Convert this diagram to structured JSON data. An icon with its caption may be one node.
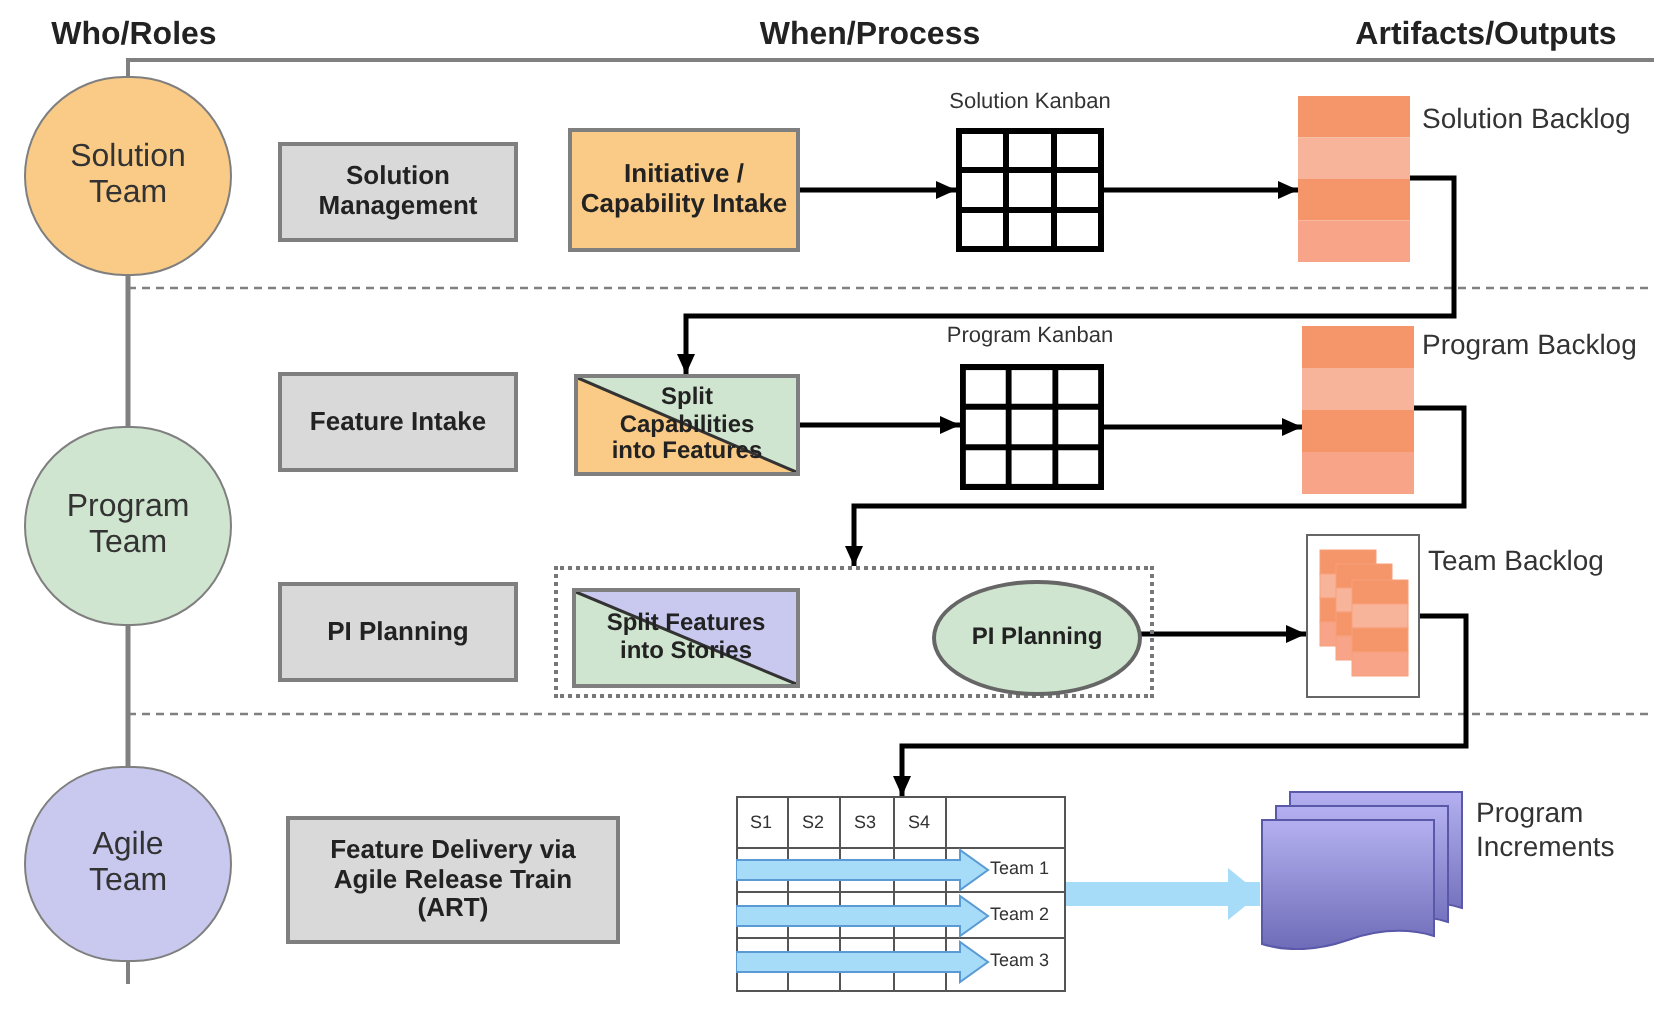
{
  "diagram": {
    "nodes": [
      {
        "text": [
          "Solution Team"
        ]
      },
      {
        "text": [
          "Solution Management"
        ]
      },
      {
        "text": [
          "Initiative / Capability Intake"
        ]
      },
      {
        "text": [],
        "shape": "grid",
        "beside": [
          "Solution Kanban"
        ]
      },
      {
        "text": [],
        "shape": "box",
        "beside": [
          "Solution Backlog"
        ]
      },
      {
        "text": [
          "Program Team"
        ]
      },
      {
        "text": [
          "Feature Intake"
        ]
      },
      {
        "text": [
          "Split Capabilities into Features"
        ]
      },
      {
        "text": [],
        "shape": "grid",
        "beside": [
          "Program Kanban"
        ]
      },
      {
        "text": [],
        "shape": "box",
        "beside": [
          "Program Backlog"
        ]
      },
      {
        "text": [
          "PI Planning"
        ]
      },
      {
        "text": [],
        "shape": "box"
      },
      {
        "text": [
          "Split Features into Stories"
        ],
        "in": 11
      },
      {
        "text": [
          "PI Planning"
        ],
        "in": 11
      },
      {
        "text": [],
        "shape": "box",
        "beside": [
          "Team Backlog"
        ]
      },
      {
        "text": [
          "Agile Team"
        ]
      },
      {
        "text": [
          "Feature Delivery via Agile Release Train (ART)"
        ]
      },
      {
        "text": [
          "S1",
          "S2",
          "S3",
          "S4",
          "Team 1",
          "Team 2",
          "Team 3"
        ]
      },
      {
        "text": [],
        "shape": "document",
        "beside": [
          "Program Increments"
        ]
      }
    ],
    "edges": [
      {
        "from": 2,
        "to": 3,
        "arrow": "to"
      },
      {
        "from": 3,
        "to": 4,
        "arrow": "to"
      },
      {
        "from": 4,
        "to": 7,
        "arrow": "to"
      },
      {
        "from": 7,
        "to": 8,
        "arrow": "to"
      },
      {
        "from": 8,
        "to": 9,
        "arrow": "to"
      },
      {
        "from": 9,
        "to": 11,
        "arrow": "to"
      },
      {
        "from": 13,
        "to": 14,
        "arrow": "to"
      },
      {
        "from": 14,
        "to": 17,
        "arrow": "to"
      },
      {
        "from": 17,
        "to": 18,
        "arrow": "to",
        "style": "thick",
        "color": "#a6dcf7"
      },
      {
        "from": 0,
        "to": 5,
        "arrow": "none",
        "color": "#808080"
      },
      {
        "from": 5,
        "to": 15,
        "arrow": "none",
        "color": "#808080"
      }
    ],
    "labels": [
      "Who/Roles",
      "When/Process",
      "Artifacts/Outputs"
    ]
  }
}
